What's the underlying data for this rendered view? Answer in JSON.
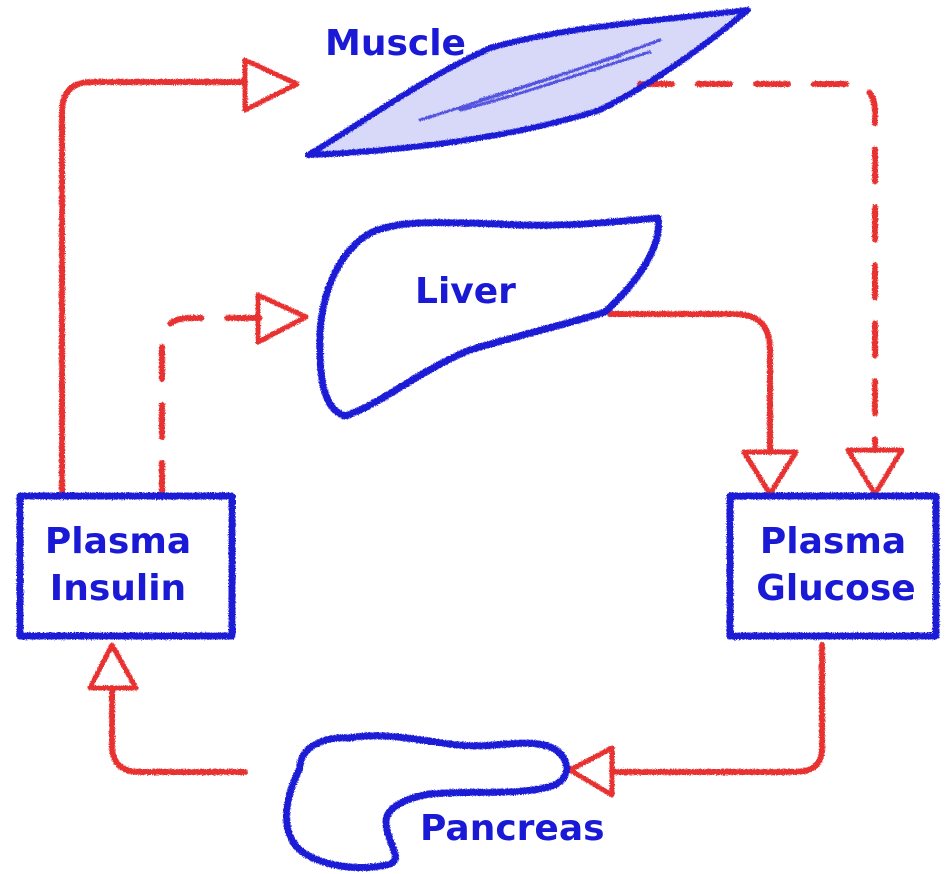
{
  "colors": {
    "organ": "#1a1ad6",
    "arrow": "#e83232",
    "background": "#ffffff"
  },
  "labels": {
    "muscle": "Muscle",
    "liver": "Liver",
    "pancreas": "Pancreas",
    "plasma_insulin": {
      "line1": "Plasma",
      "line2": "Insulin"
    },
    "plasma_glucose": {
      "line1": "Plasma",
      "line2": "Glucose"
    }
  },
  "edges": [
    {
      "from": "Plasma Insulin",
      "to": "Muscle",
      "style": "solid"
    },
    {
      "from": "Plasma Insulin",
      "to": "Liver",
      "style": "dashed"
    },
    {
      "from": "Muscle",
      "to": "Plasma Glucose",
      "style": "dashed"
    },
    {
      "from": "Liver",
      "to": "Plasma Glucose",
      "style": "solid"
    },
    {
      "from": "Plasma Glucose",
      "to": "Pancreas",
      "style": "solid"
    },
    {
      "from": "Pancreas",
      "to": "Plasma Insulin",
      "style": "solid"
    }
  ]
}
